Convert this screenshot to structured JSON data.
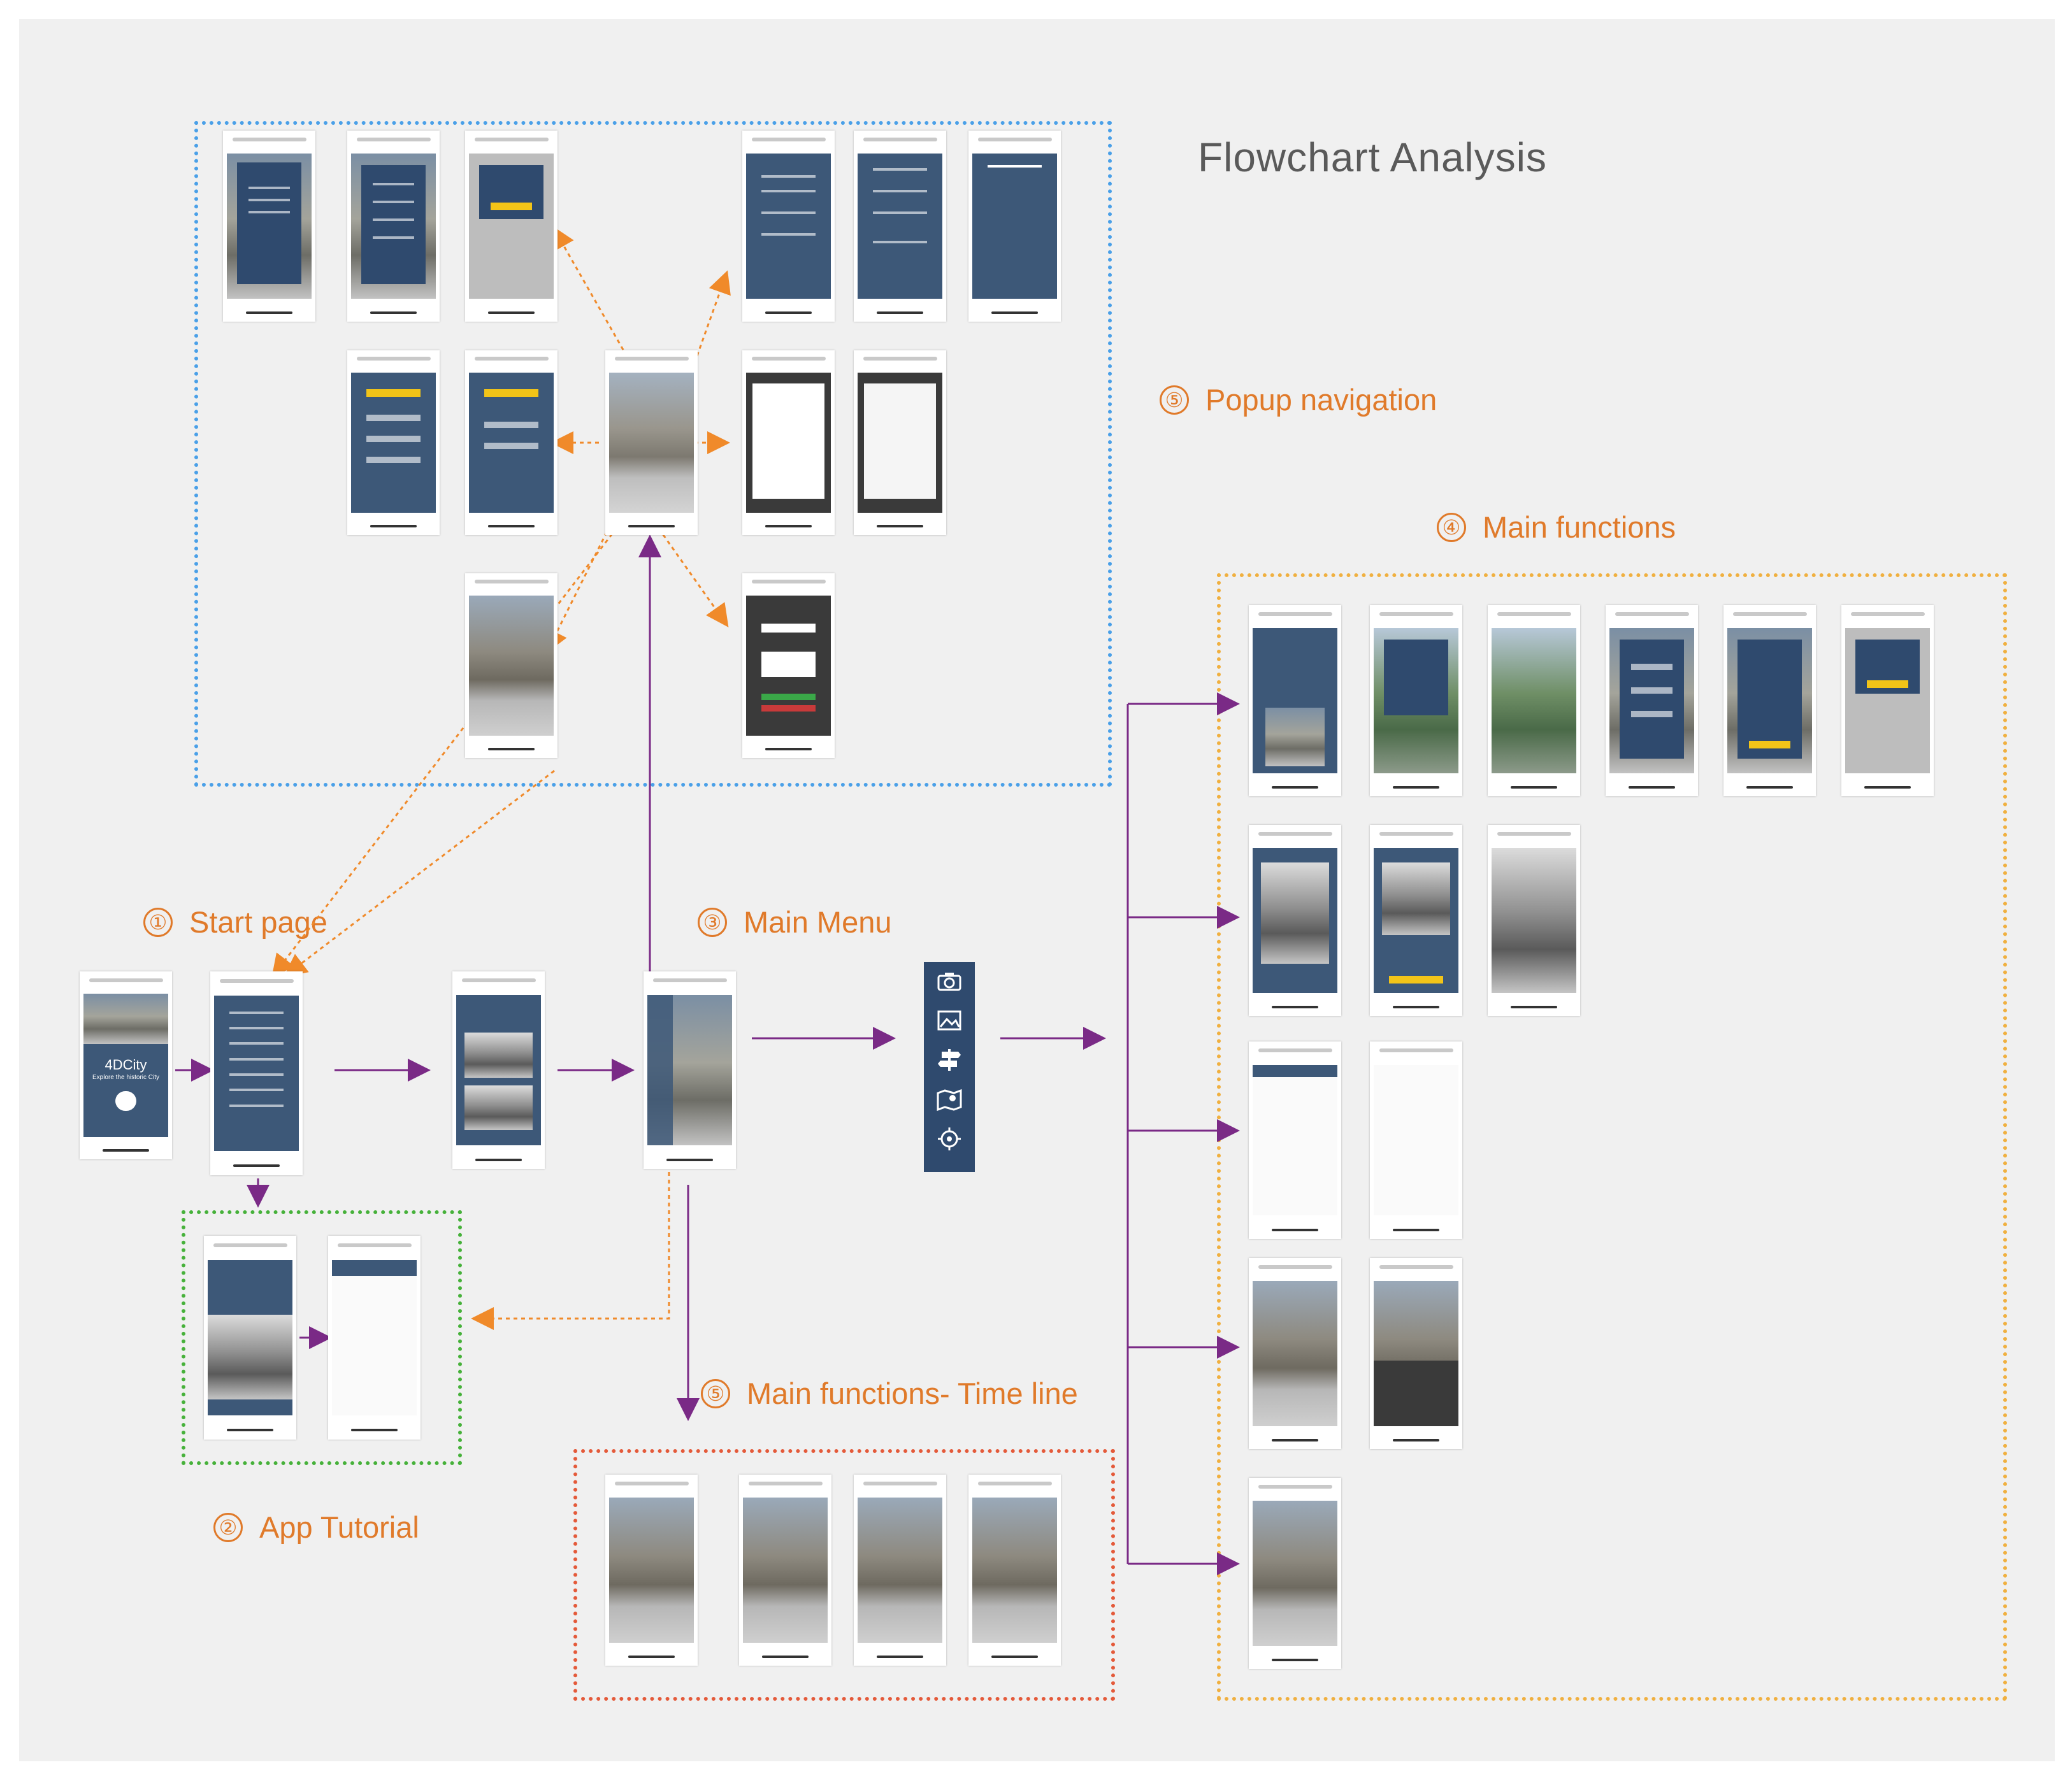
{
  "title": "Flowchart  Analysis",
  "sections": {
    "start_page": {
      "num": "①",
      "label": "Start page"
    },
    "app_tutorial": {
      "num": "②",
      "label": "App Tutorial"
    },
    "main_menu": {
      "num": "③",
      "label": "Main Menu"
    },
    "main_functions": {
      "num": "④",
      "label": "Main functions"
    },
    "popup_navigation": {
      "num": "⑤",
      "label": "Popup navigation"
    },
    "time_line": {
      "num": "⑤",
      "label": "Main functions- Time line"
    }
  },
  "start_screen": {
    "app_name": "4DCity",
    "tagline": "Explore the historic City"
  },
  "menu_icons": [
    "camera-icon",
    "photo-icon",
    "signpost-icon",
    "map-icon",
    "location-icon"
  ],
  "colors": {
    "popup_group": "#4aa0e8",
    "main_functions_group": "#f0b040",
    "tutorial_group": "#46b13a",
    "timeline_group": "#e45a3a",
    "arrow_main": "#7a2a86",
    "arrow_popup": "#f08a2a",
    "label": "#e07a2a",
    "app_navy": "#2f4a6e"
  }
}
